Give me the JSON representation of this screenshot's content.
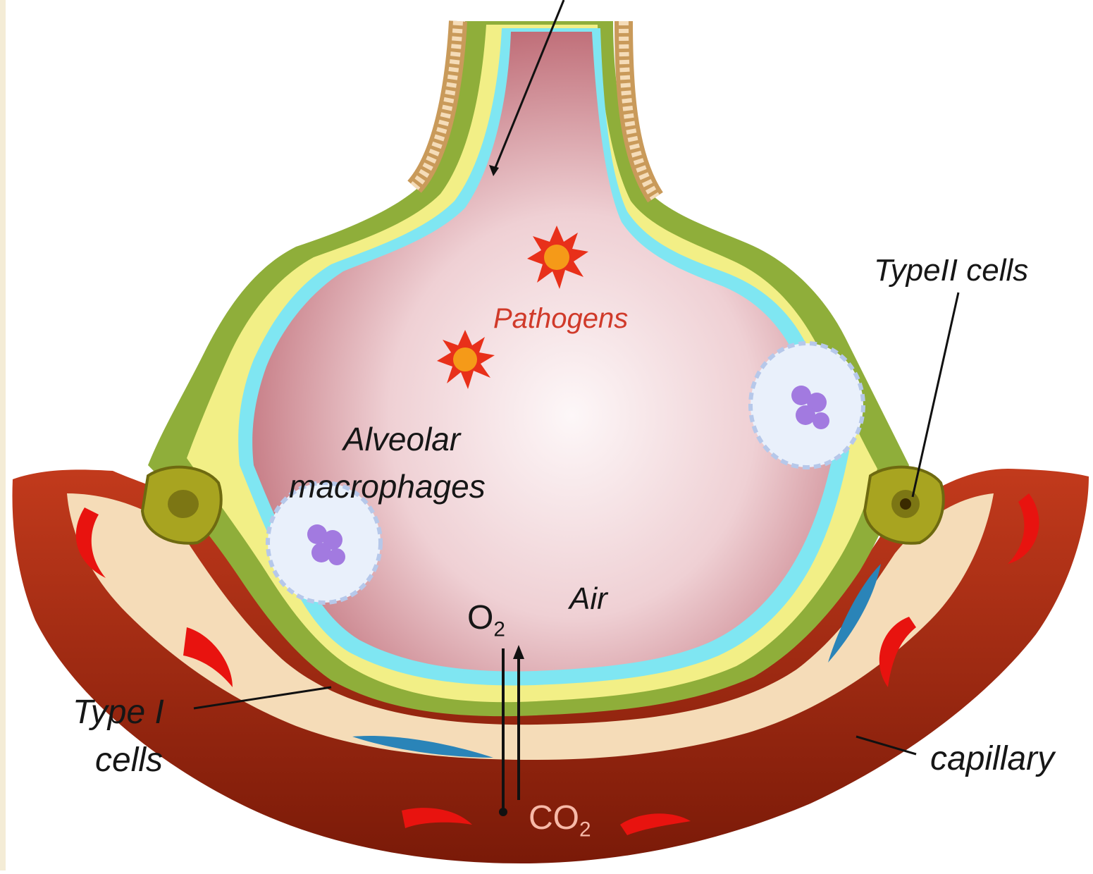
{
  "labels": {
    "type_ii_cells": "TypeII cells",
    "pathogens": "Pathogens",
    "alveolar_macrophages_line1": "Alveolar",
    "alveolar_macrophages_line2": "macrophages",
    "air": "Air",
    "o2_main": "O",
    "o2_sub": "2",
    "co2_main": "CO",
    "co2_sub": "2",
    "type_i_line1": "Type I",
    "type_i_line2": "cells",
    "capillary": "capillary"
  },
  "colors": {
    "capillary_outer": "#7a1c08",
    "capillary_inner": "#c0361a",
    "red_blood_cell": "#e8130f",
    "interstitium": "#f5dcb8",
    "epithelium_green": "#8fae3a",
    "yellow_layer": "#f2ef86",
    "surfactant_cyan": "#7fe6f2",
    "air_space_center": "#fbf4f5",
    "air_space_edge": "#b5545e",
    "pathogen": "#f07a10",
    "pathogens_text": "#d03a2a",
    "macrophage_nucleus": "#9a6ad8",
    "type_ii_cell": "#a8a420",
    "left_border": "#f4ecd6"
  },
  "icons": [
    "pathogen-icon",
    "macrophage-icon",
    "red-blood-cell-icon",
    "type-ii-cell-icon",
    "fibroblast-icon"
  ]
}
